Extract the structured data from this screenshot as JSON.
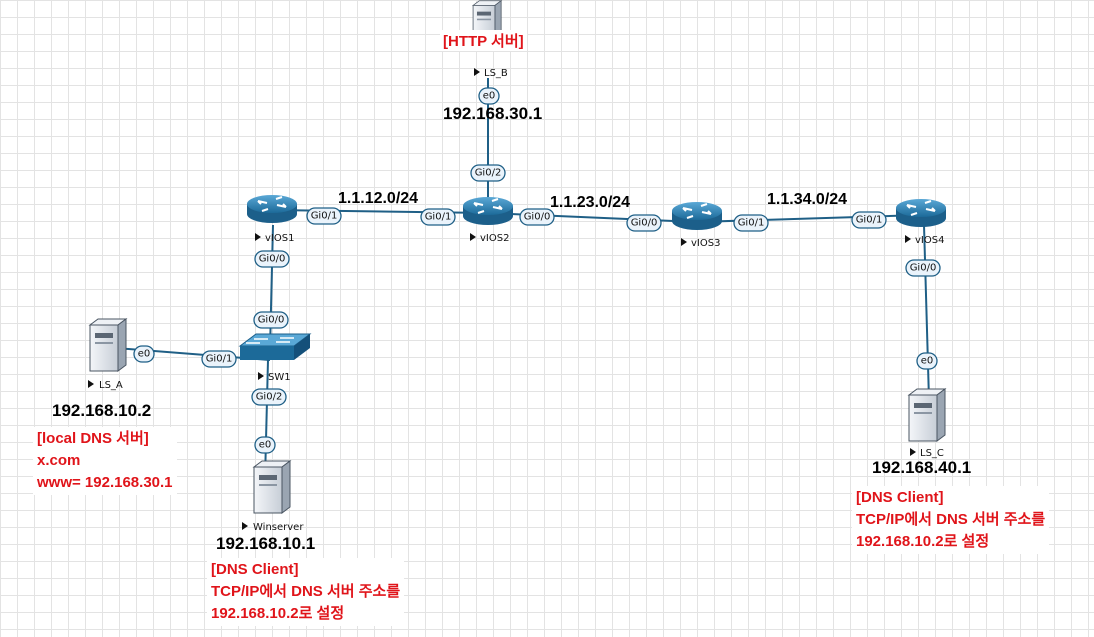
{
  "devices": {
    "ls_b": "LS_B",
    "vios1": "vIOS1",
    "vios2": "vIOS2",
    "vios3": "vIOS3",
    "vios4": "vIOS4",
    "sw1": "SW1",
    "ls_a": "LS_A",
    "winserver": "Winserver",
    "ls_c": "LS_C"
  },
  "ports": {
    "ls_b_e0": "e0",
    "vios2_gi02": "Gi0/2",
    "vios1_gi01": "Gi0/1",
    "vios2_gi01": "Gi0/1",
    "vios2_gi00": "Gi0/0",
    "vios3_gi00": "Gi0/0",
    "vios3_gi01": "Gi0/1",
    "vios4_gi01": "Gi0/1",
    "vios1_gi00": "Gi0/0",
    "sw1_gi00": "Gi0/0",
    "ls_a_e0": "e0",
    "sw1_gi01": "Gi0/1",
    "sw1_gi02": "Gi0/2",
    "winserver_e0": "e0",
    "vios4_gi00": "Gi0/0",
    "ls_c_e0": "e0"
  },
  "networks": {
    "n12": "1.1.12.0/24",
    "n23": "1.1.23.0/24",
    "n34": "1.1.34.0/24"
  },
  "ips": {
    "ls_b": "192.168.30.1",
    "ls_a": "192.168.10.2",
    "winserver": "192.168.10.1",
    "ls_c": "192.168.40.1"
  },
  "notes": {
    "http": "[HTTP 서버]",
    "ls_a": [
      "[local DNS 서버]",
      "x.com",
      "www= 192.168.30.1"
    ],
    "winserver": [
      "[DNS Client]",
      "TCP/IP에서 DNS 서버 주소를",
      "192.168.10.2로 설정"
    ],
    "ls_c": [
      "[DNS Client]",
      "TCP/IP에서 DNS 서버 주소를",
      "192.168.10.2로 설정"
    ]
  },
  "colors": {
    "link": "#1f5f86",
    "note_text": "#e0141a",
    "router_fill": "#2a7fb0",
    "server_fill": "#dde3ea"
  }
}
